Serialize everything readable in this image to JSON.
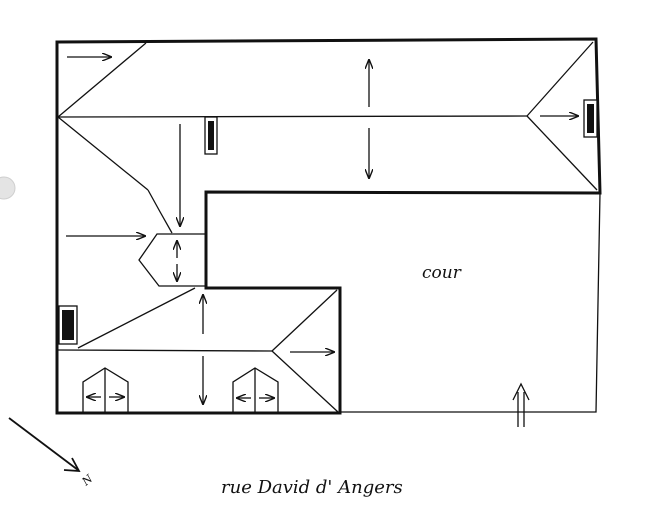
{
  "labels": {
    "courtyard": "cour",
    "street": "rue David d' Angers",
    "north": "N"
  },
  "colors": {
    "ink": "#111111",
    "paper": "#ffffff",
    "punch_hole": "#e4e4e4"
  }
}
